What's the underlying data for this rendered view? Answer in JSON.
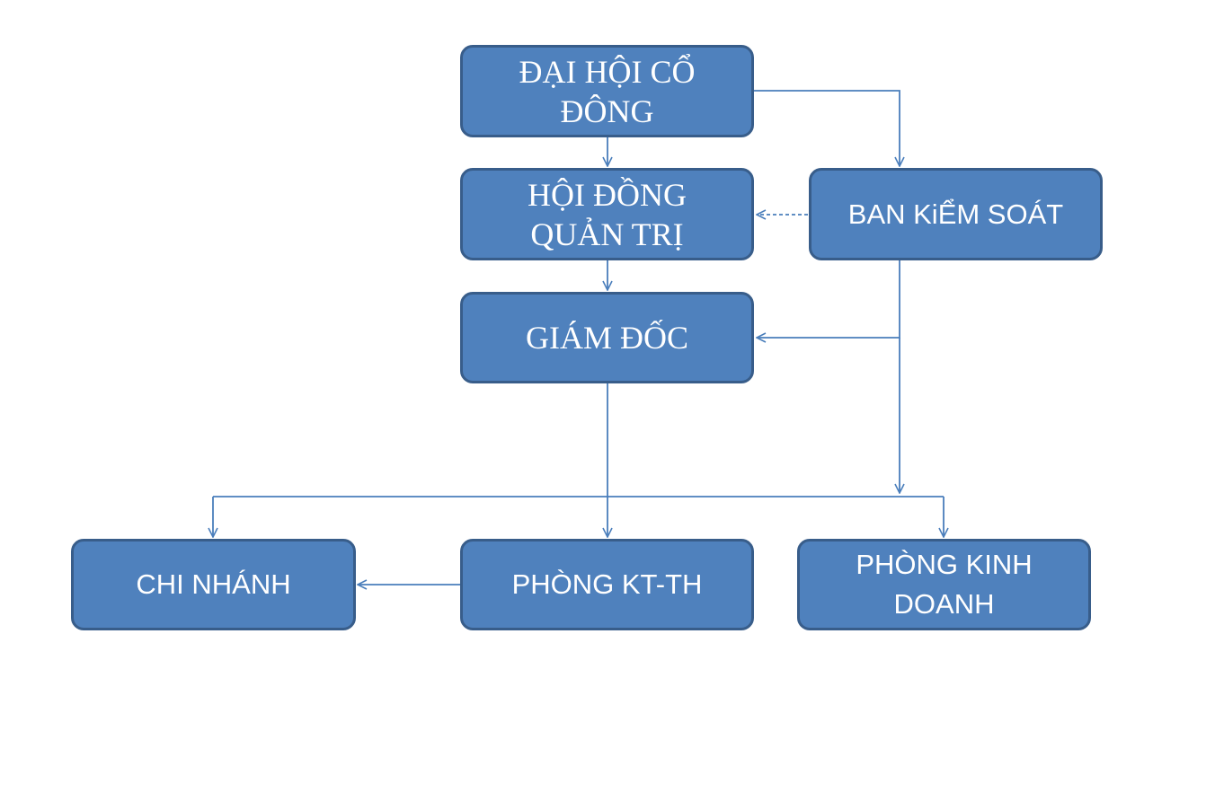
{
  "colors": {
    "box_fill": "#4f81bd",
    "box_border": "#385d8a",
    "text": "#ffffff",
    "connector": "#4a7ebb"
  },
  "nodes": {
    "dai_hoi_co_dong": "ĐẠI HỘI CỔ ĐÔNG",
    "hoi_dong_quan_tri": "HỘI ĐỒNG QUẢN TRỊ",
    "giam_doc": "GIÁM ĐỐC",
    "ban_kiem_soat": "BAN KiỂM SOÁT",
    "chi_nhanh": "CHI NHÁNH",
    "phong_kt_th": "PHÒNG KT-TH",
    "phong_kinh_doanh": "PHÒNG KINH DOANH"
  }
}
